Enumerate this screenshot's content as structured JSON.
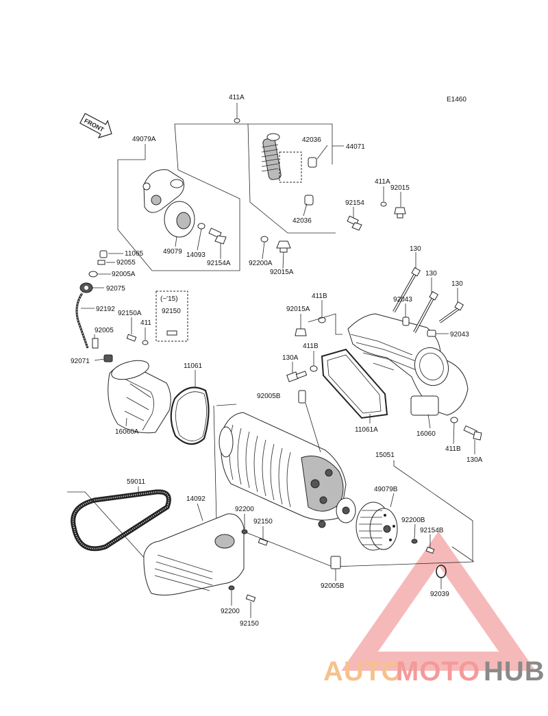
{
  "diagram_code": "E1460",
  "front_label": "FRONT",
  "parts": {
    "p411A_top": "411A",
    "p44071": "44071",
    "p42036_top": "42036",
    "p42036_bot": "42036",
    "p411A_right": "411A",
    "p92015": "92015",
    "p92154": "92154",
    "p49079A": "49079A",
    "p49079": "49079",
    "p14093": "14093",
    "p92154A": "92154A",
    "p92200A": "92200A",
    "p92015A_top": "92015A",
    "p11065": "11065",
    "p92055": "92055",
    "p92005A": "92005A",
    "p92075": "92075",
    "p92192": "92192",
    "p92005": "92005",
    "p92071": "92071",
    "p92150A": "92150A",
    "p411_mid": "411",
    "p15_note": "(~'15)",
    "p92150_box": "92150",
    "p16060A": "16060A",
    "p11061": "11061",
    "p130_a": "130",
    "p130_b": "130",
    "p130_c": "130",
    "p92043_a": "92043",
    "p92043_b": "92043",
    "p411B_top": "411B",
    "p92015A_mid": "92015A",
    "p411B_mid": "411B",
    "p130A_left": "130A",
    "p92005B_top": "92005B",
    "p11061A": "11061A",
    "p16060": "16060",
    "p411B_right": "411B",
    "p130A_right": "130A",
    "p15051": "15051",
    "p49079B": "49079B",
    "p92200B": "92200B",
    "p92154B": "92154B",
    "p92039": "92039",
    "p59011": "59011",
    "p14092": "14092",
    "p92200_top": "92200",
    "p92150_mid": "92150",
    "p92200_bot": "92200",
    "p92150_bot": "92150",
    "p92005B_bot": "92005B"
  },
  "watermark": {
    "part1": "AUTO",
    "part2": "MOTO",
    "part3": "HUB",
    "color1": "#f5c28c",
    "color2": "#f49a9a",
    "color3": "#8a8a8a"
  }
}
